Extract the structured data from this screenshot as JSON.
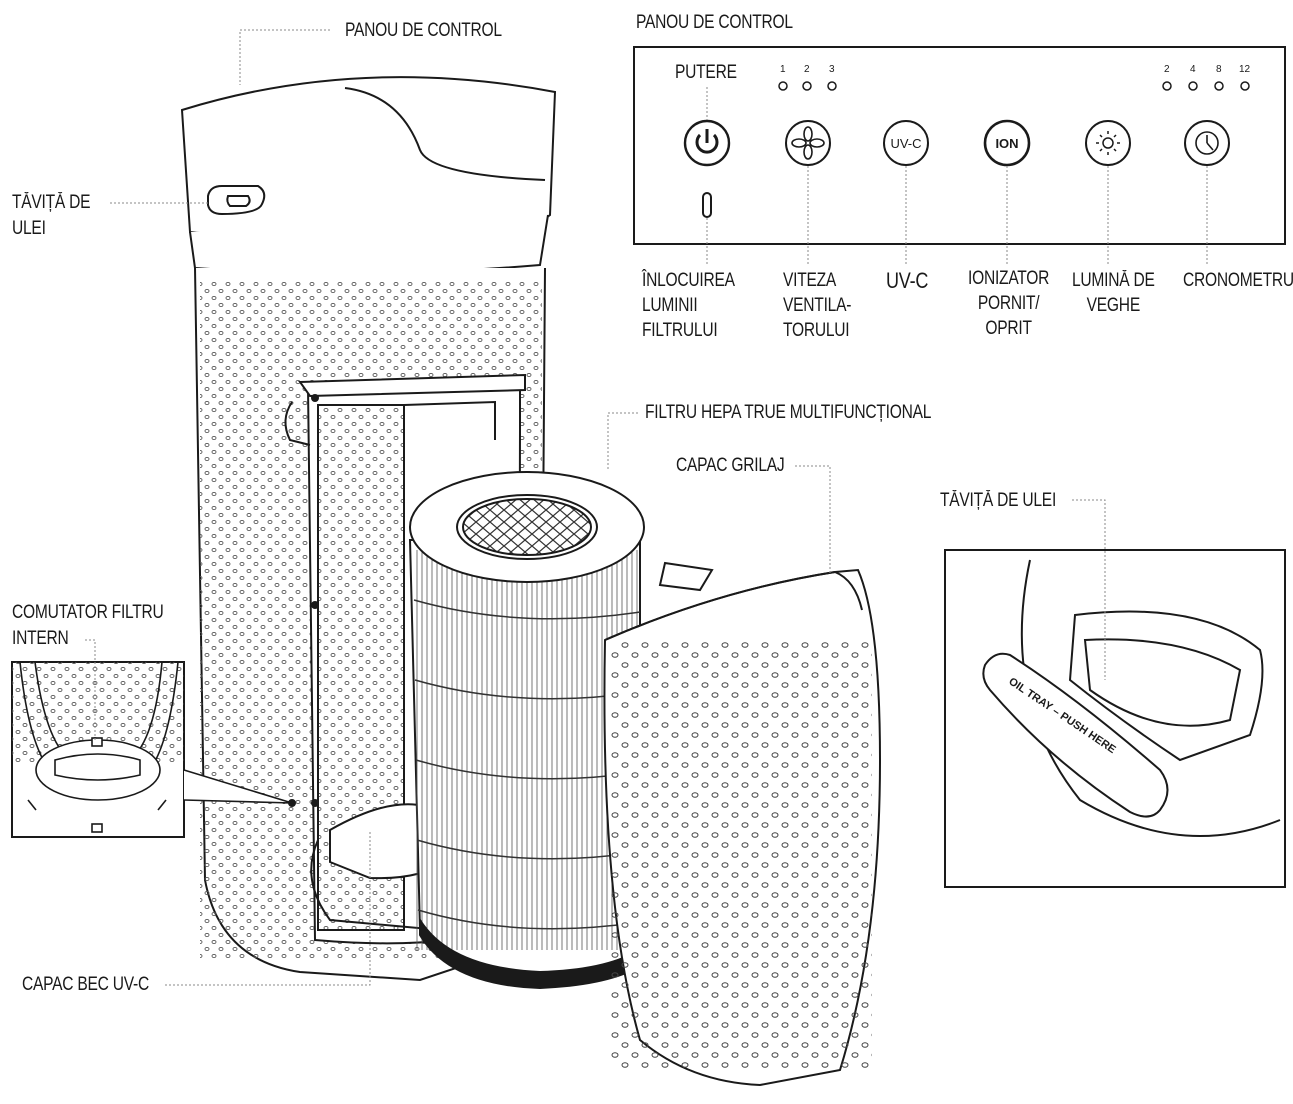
{
  "labels": {
    "control_panel_main": "PANOU DE CONTROL",
    "oil_tray_line1": "TĂVIȚĂ DE",
    "oil_tray_line2": "ULEI",
    "internal_switch_line1": "COMUTATOR FILTRU",
    "internal_switch_line2": "INTERN",
    "uvc_cover": "CAPAC BEC UV-C",
    "hepa_filter": "FILTRU HEPA TRUE MULTIFUNCȚIONAL",
    "grille_cover": "CAPAC GRILAJ",
    "oil_tray_detail": "TĂVIȚĂ DE ULEI",
    "oil_tray_print": "OIL TRAY – PUSH HERE"
  },
  "panel": {
    "title": "PANOU DE CONTROL",
    "power_top": "PUTERE",
    "speed_leds": [
      "1",
      "2",
      "3"
    ],
    "timer_leds": [
      "2",
      "4",
      "8",
      "12"
    ],
    "buttons": {
      "uvc": "UV-C",
      "ion": "ION"
    },
    "captions": {
      "filter_light": [
        "ÎNLOCUIREA",
        "LUMINII",
        "FILTRULUI"
      ],
      "fan_speed": [
        "VITEZA",
        "VENTILA-",
        "TORULUI"
      ],
      "uvc": [
        "UV-C"
      ],
      "ionizer": [
        "IONIZATOR",
        "PORNIT/",
        "OPRIT"
      ],
      "night_light": [
        "LUMINĂ DE",
        "VEGHE"
      ],
      "timer": [
        "CRONOMETRU"
      ]
    }
  },
  "colors": {
    "line": "#1a1a1a",
    "dots": "#555555",
    "leader": "#8a8a8a"
  }
}
